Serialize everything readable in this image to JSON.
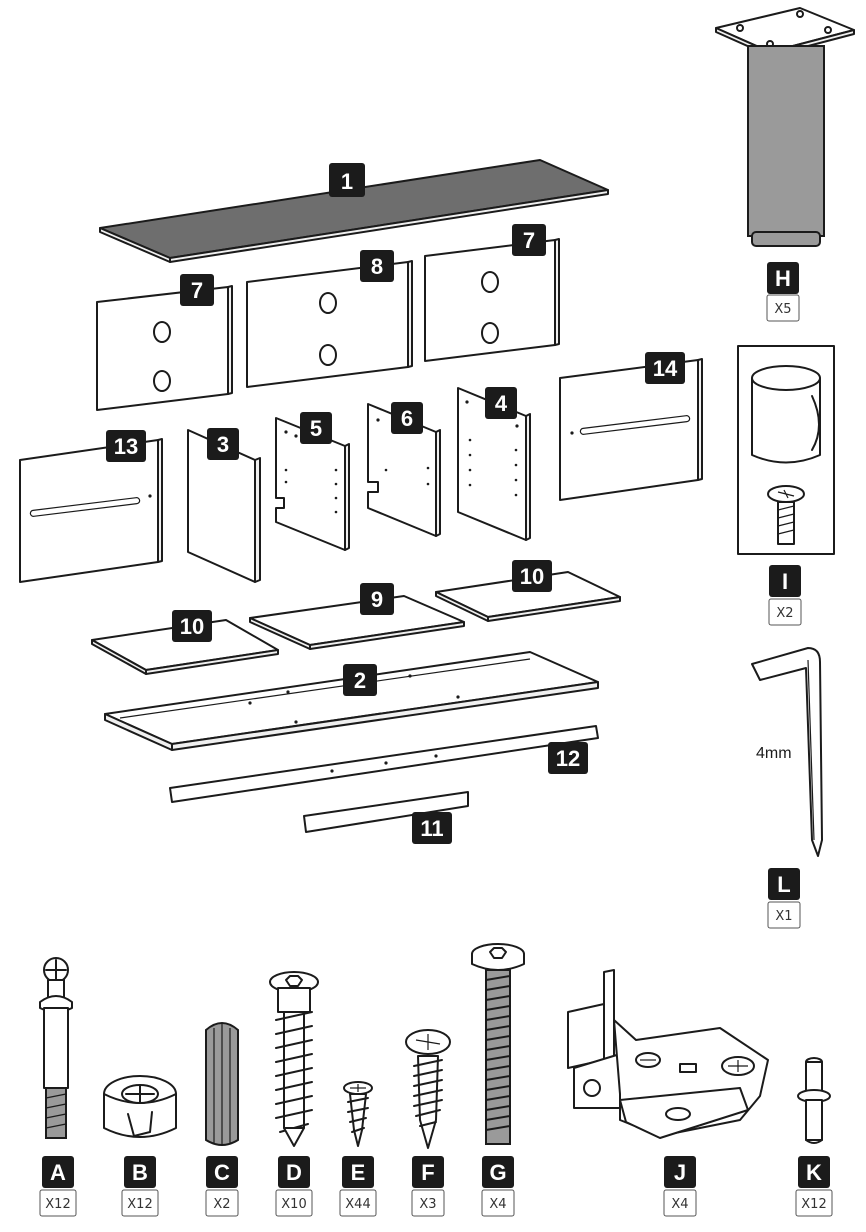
{
  "panels": [
    {
      "id": "1"
    },
    {
      "id": "7"
    },
    {
      "id": "8"
    },
    {
      "id": "7"
    },
    {
      "id": "14"
    },
    {
      "id": "13"
    },
    {
      "id": "3"
    },
    {
      "id": "5"
    },
    {
      "id": "6"
    },
    {
      "id": "4"
    },
    {
      "id": "10"
    },
    {
      "id": "9"
    },
    {
      "id": "10"
    },
    {
      "id": "2"
    },
    {
      "id": "12"
    },
    {
      "id": "11"
    }
  ],
  "hardware": [
    {
      "letter": "H",
      "qty": "X5"
    },
    {
      "letter": "I",
      "qty": "X2"
    },
    {
      "letter": "L",
      "qty": "X1",
      "note": "4mm"
    },
    {
      "letter": "A",
      "qty": "X12"
    },
    {
      "letter": "B",
      "qty": "X12"
    },
    {
      "letter": "C",
      "qty": "X2"
    },
    {
      "letter": "D",
      "qty": "X10"
    },
    {
      "letter": "E",
      "qty": "X44"
    },
    {
      "letter": "F",
      "qty": "X3"
    },
    {
      "letter": "G",
      "qty": "X4"
    },
    {
      "letter": "J",
      "qty": "X4"
    },
    {
      "letter": "K",
      "qty": "X12"
    }
  ]
}
